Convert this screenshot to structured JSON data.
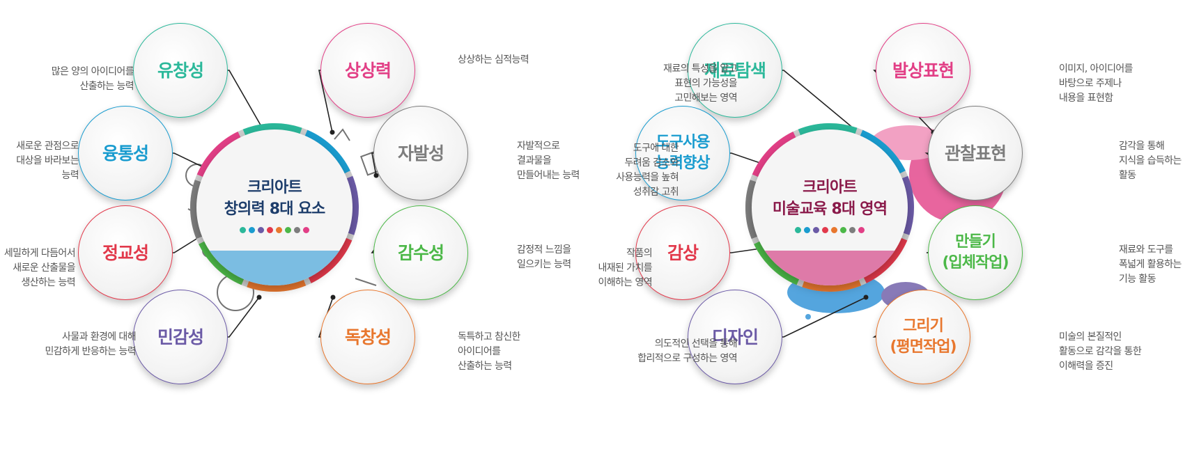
{
  "left": {
    "center": {
      "line1": "크리아트",
      "line2": "창의력 8대 요소"
    },
    "nodes": [
      {
        "title": "유창성",
        "color": "#2bb89a",
        "desc": [
          "많은 양의 아이디어를",
          "산출하는 능력"
        ]
      },
      {
        "title": "융통성",
        "color": "#1a9ccf",
        "desc": [
          "새로운 관점으로",
          "대상을 바라보는",
          "능력"
        ]
      },
      {
        "title": "정교성",
        "color": "#e2394b",
        "desc": [
          "세밀하게 다듬어서",
          "새로운 산출물을",
          "생산하는 능력"
        ]
      },
      {
        "title": "민감성",
        "color": "#6b5aa6",
        "desc": [
          "사물과 환경에 대해",
          "민감하게 반응하는 능력"
        ]
      },
      {
        "title": "상상력",
        "color": "#e23f86",
        "desc": [
          "상상하는 심적능력"
        ]
      },
      {
        "title": "자발성",
        "color": "#7d7d7d",
        "desc": [
          "자발적으로",
          "결과물을",
          "만들어내는 능력"
        ]
      },
      {
        "title": "감수성",
        "color": "#4cb848",
        "desc": [
          "감정적 느낌을",
          "일으키는 능력"
        ]
      },
      {
        "title": "독창성",
        "color": "#e8772e",
        "desc": [
          "독특하고 참신한",
          "아이디어를",
          "산출하는 능력"
        ]
      }
    ]
  },
  "right": {
    "center": {
      "line1": "크리아트",
      "line2": "미술교육 8대 영역"
    },
    "nodes": [
      {
        "title": "재료탐색",
        "color": "#2bb89a",
        "desc": [
          "재료의 특성을 알고",
          "표현의 가능성을",
          "고민해보는 영역"
        ]
      },
      {
        "title": "도구사용 능력향상",
        "color": "#1a9ccf",
        "desc": [
          "도구에 대한",
          "두려움 감소와",
          "사용능력을 높혀",
          "성취감 고취"
        ]
      },
      {
        "title": "감상",
        "color": "#e2394b",
        "desc": [
          "작품의",
          "내재된 가치를",
          "이해하는 영역"
        ]
      },
      {
        "title": "디자인",
        "color": "#6b5aa6",
        "desc": [
          "의도적인 선택을 통해",
          "합리적으로 구성하는 영역"
        ]
      },
      {
        "title": "발상표현",
        "color": "#e23f86",
        "desc": [
          "이미지, 아이디어를",
          "바탕으로 주제나",
          "내용을 표현함"
        ]
      },
      {
        "title": "관찰표현",
        "color": "#7d7d7d",
        "desc": [
          "감각을 통해",
          "지식을 습득하는",
          "활동"
        ]
      },
      {
        "title": "만들기 (입체작업)",
        "color": "#4cb848",
        "desc": [
          "재료와 도구를",
          "폭넓게 활용하는",
          "기능 활동"
        ]
      },
      {
        "title": "그리기 (평면작업)",
        "color": "#e8772e",
        "desc": [
          "미술의 본질적인",
          "활동으로 감각을 통한",
          "이해력을 증진"
        ]
      }
    ]
  },
  "palette": [
    "#2bb89a",
    "#1a9ccf",
    "#6b5aa6",
    "#e2394b",
    "#e8772e",
    "#4cb848",
    "#7d7d7d",
    "#e23f86"
  ],
  "center_title_colors": {
    "left": "#1d3d6b",
    "right": "#8a1a4a"
  },
  "center_band_colors": {
    "left": "#7bbde2",
    "right": "#de7aa8"
  }
}
